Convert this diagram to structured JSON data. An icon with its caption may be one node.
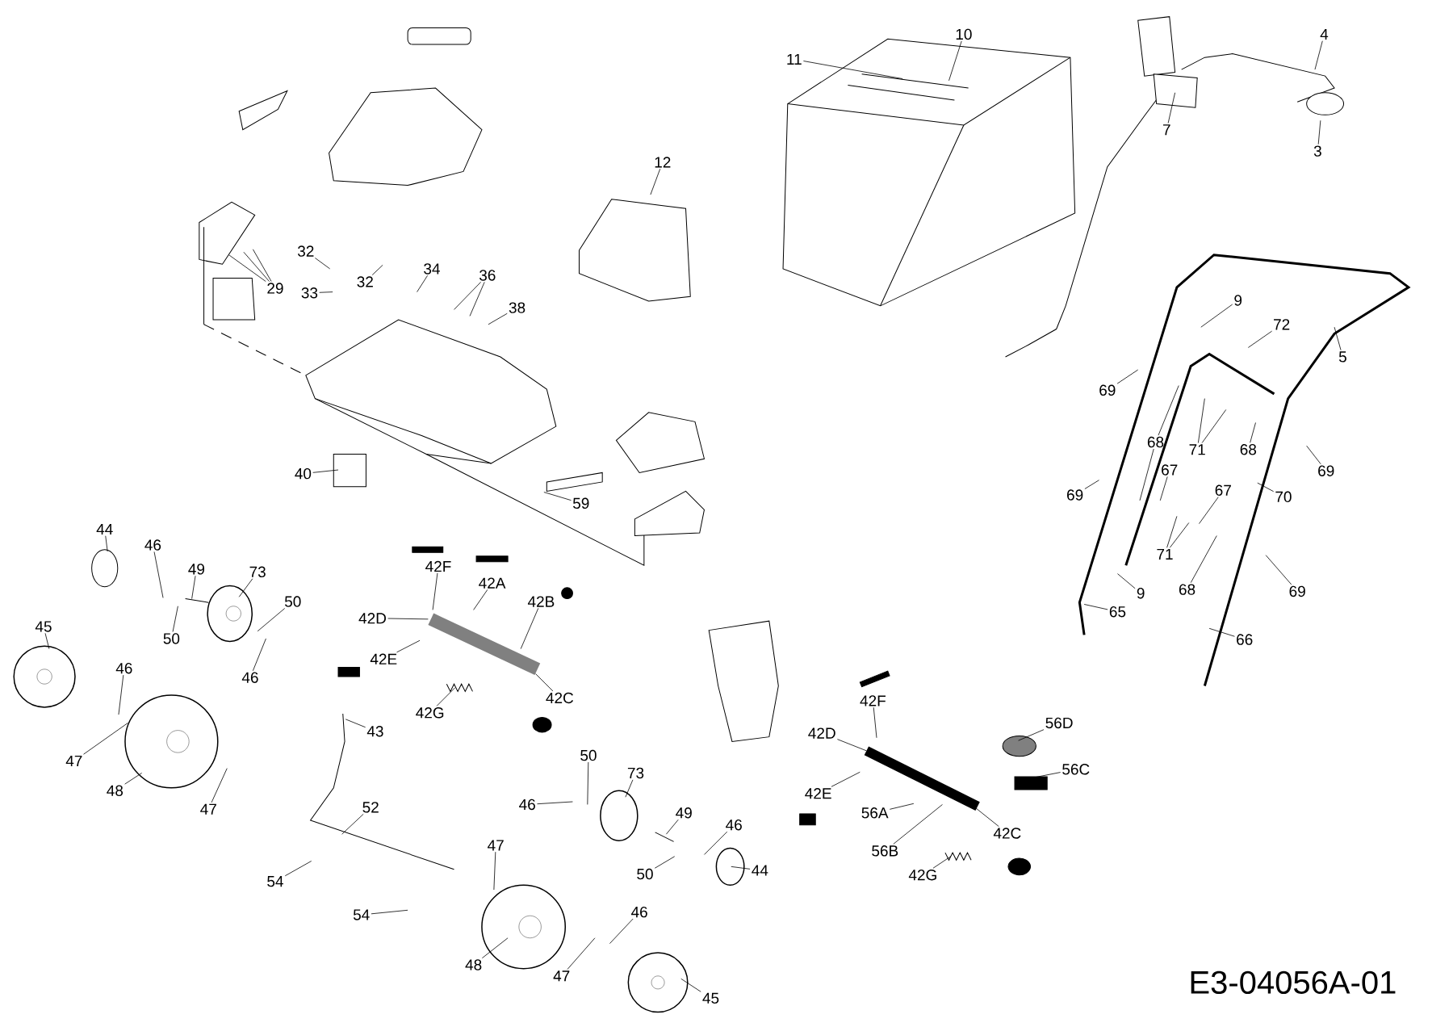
{
  "diagram": {
    "nodes": [
      {
        "text": [
          "10"
        ]
      },
      {
        "text": [
          "4"
        ]
      },
      {
        "text": [
          "11"
        ]
      },
      {
        "text": [
          "7"
        ]
      },
      {
        "text": [
          "3"
        ]
      },
      {
        "text": [
          "12"
        ]
      },
      {
        "text": [
          "32"
        ]
      },
      {
        "text": [
          "34"
        ]
      },
      {
        "text": [
          "36"
        ]
      },
      {
        "text": [
          "32"
        ]
      },
      {
        "text": [
          "29"
        ]
      },
      {
        "text": [
          "33"
        ]
      },
      {
        "text": [
          "9"
        ]
      },
      {
        "text": [
          "38"
        ]
      },
      {
        "text": [
          "72"
        ]
      },
      {
        "text": [
          "5"
        ]
      },
      {
        "text": [
          "69"
        ]
      },
      {
        "text": [
          "68"
        ]
      },
      {
        "text": [
          "71"
        ]
      },
      {
        "text": [
          "68"
        ]
      },
      {
        "text": [
          "69"
        ]
      },
      {
        "text": [
          "67"
        ]
      },
      {
        "text": [
          "40"
        ]
      },
      {
        "text": [
          "67"
        ]
      },
      {
        "text": [
          "69"
        ]
      },
      {
        "text": [
          "70"
        ]
      },
      {
        "text": [
          "59"
        ]
      },
      {
        "text": [
          "44"
        ]
      },
      {
        "text": [
          "46"
        ]
      },
      {
        "text": [
          "71"
        ]
      },
      {
        "text": [
          "42F"
        ]
      },
      {
        "text": [
          "73"
        ]
      },
      {
        "text": [
          "49"
        ]
      },
      {
        "text": [
          "42A"
        ]
      },
      {
        "text": [
          "68"
        ]
      },
      {
        "text": [
          "69"
        ]
      },
      {
        "text": [
          "9"
        ]
      },
      {
        "text": [
          "50"
        ]
      },
      {
        "text": [
          "42B"
        ]
      },
      {
        "text": [
          "65"
        ]
      },
      {
        "text": [
          "42D"
        ]
      },
      {
        "text": [
          "45"
        ]
      },
      {
        "text": [
          "50"
        ]
      },
      {
        "text": [
          "66"
        ]
      },
      {
        "text": [
          "42E"
        ]
      },
      {
        "text": [
          "46"
        ]
      },
      {
        "text": [
          "46"
        ]
      },
      {
        "text": [
          "42C"
        ]
      },
      {
        "text": [
          "42F"
        ]
      },
      {
        "text": [
          "42G"
        ]
      },
      {
        "text": [
          "56D"
        ]
      },
      {
        "text": [
          "43"
        ]
      },
      {
        "text": [
          "42D"
        ]
      },
      {
        "text": [
          "50"
        ]
      },
      {
        "text": [
          "47"
        ]
      },
      {
        "text": [
          "56C"
        ]
      },
      {
        "text": [
          "73"
        ]
      },
      {
        "text": [
          "48"
        ]
      },
      {
        "text": [
          "42E"
        ]
      },
      {
        "text": [
          "46"
        ]
      },
      {
        "text": [
          "52"
        ]
      },
      {
        "text": [
          "47"
        ]
      },
      {
        "text": [
          "56A"
        ]
      },
      {
        "text": [
          "49"
        ]
      },
      {
        "text": [
          "46"
        ]
      },
      {
        "text": [
          "42C"
        ]
      },
      {
        "text": [
          "47"
        ]
      },
      {
        "text": [
          "56B"
        ]
      },
      {
        "text": [
          "44"
        ]
      },
      {
        "text": [
          "50"
        ]
      },
      {
        "text": [
          "42G"
        ]
      },
      {
        "text": [
          "54"
        ]
      },
      {
        "text": [
          "46"
        ]
      },
      {
        "text": [
          "54"
        ]
      },
      {
        "text": [
          "48"
        ]
      },
      {
        "text": [
          "47"
        ]
      },
      {
        "text": [
          "45"
        ]
      }
    ],
    "edges": [
      {
        "from": 0,
        "to": null,
        "arrow": "none"
      },
      {
        "from": 1,
        "to": null,
        "arrow": "none"
      },
      {
        "from": 2,
        "to": null,
        "arrow": "none"
      },
      {
        "from": 3,
        "to": null,
        "arrow": "none"
      },
      {
        "from": 4,
        "to": null,
        "arrow": "none"
      },
      {
        "from": 5,
        "to": null,
        "arrow": "none"
      },
      {
        "from": 6,
        "to": null,
        "arrow": "none"
      },
      {
        "from": 7,
        "to": null,
        "arrow": "none"
      },
      {
        "from": 8,
        "to": null,
        "arrow": "none"
      },
      {
        "from": 8,
        "to": null,
        "arrow": "none"
      },
      {
        "from": 9,
        "to": null,
        "arrow": "none"
      },
      {
        "from": 10,
        "to": null,
        "arrow": "none"
      },
      {
        "from": 10,
        "to": null,
        "arrow": "none"
      },
      {
        "from": 10,
        "to": null,
        "arrow": "none"
      },
      {
        "from": 11,
        "to": null,
        "arrow": "none"
      },
      {
        "from": 12,
        "to": null,
        "arrow": "none"
      },
      {
        "from": 13,
        "to": null,
        "arrow": "none"
      },
      {
        "from": 14,
        "to": null,
        "arrow": "none"
      },
      {
        "from": 15,
        "to": null,
        "arrow": "none"
      },
      {
        "from": 16,
        "to": null,
        "arrow": "none"
      },
      {
        "from": 17,
        "to": null,
        "arrow": "none"
      },
      {
        "from": 17,
        "to": null,
        "arrow": "none"
      },
      {
        "from": 18,
        "to": null,
        "arrow": "none"
      },
      {
        "from": 18,
        "to": null,
        "arrow": "none"
      },
      {
        "from": 19,
        "to": null,
        "arrow": "none"
      },
      {
        "from": 20,
        "to": null,
        "arrow": "none"
      },
      {
        "from": 21,
        "to": null,
        "arrow": "none"
      },
      {
        "from": 22,
        "to": null,
        "arrow": "none"
      },
      {
        "from": 23,
        "to": null,
        "arrow": "none"
      },
      {
        "from": 24,
        "to": null,
        "arrow": "none"
      },
      {
        "from": 25,
        "to": null,
        "arrow": "none"
      },
      {
        "from": 26,
        "to": null,
        "arrow": "none"
      },
      {
        "from": 27,
        "to": null,
        "arrow": "none"
      },
      {
        "from": 28,
        "to": null,
        "arrow": "none"
      },
      {
        "from": 29,
        "to": null,
        "arrow": "none"
      },
      {
        "from": 29,
        "to": null,
        "arrow": "none"
      },
      {
        "from": 30,
        "to": null,
        "arrow": "none"
      },
      {
        "from": 31,
        "to": null,
        "arrow": "none"
      },
      {
        "from": 32,
        "to": null,
        "arrow": "none"
      },
      {
        "from": 33,
        "to": null,
        "arrow": "none"
      },
      {
        "from": 34,
        "to": null,
        "arrow": "none"
      },
      {
        "from": 35,
        "to": null,
        "arrow": "none"
      },
      {
        "from": 36,
        "to": null,
        "arrow": "none"
      },
      {
        "from": 37,
        "to": null,
        "arrow": "none"
      },
      {
        "from": 38,
        "to": null,
        "arrow": "none"
      },
      {
        "from": 39,
        "to": null,
        "arrow": "none"
      },
      {
        "from": 40,
        "to": null,
        "arrow": "none"
      },
      {
        "from": 41,
        "to": null,
        "arrow": "none"
      },
      {
        "from": 42,
        "to": null,
        "arrow": "none"
      },
      {
        "from": 43,
        "to": null,
        "arrow": "none"
      },
      {
        "from": 44,
        "to": null,
        "arrow": "none"
      },
      {
        "from": 45,
        "to": null,
        "arrow": "none"
      },
      {
        "from": 46,
        "to": null,
        "arrow": "none"
      },
      {
        "from": 47,
        "to": null,
        "arrow": "none"
      },
      {
        "from": 48,
        "to": null,
        "arrow": "none"
      },
      {
        "from": 49,
        "to": null,
        "arrow": "none"
      },
      {
        "from": 50,
        "to": null,
        "arrow": "none"
      },
      {
        "from": 51,
        "to": null,
        "arrow": "none"
      },
      {
        "from": 52,
        "to": null,
        "arrow": "none"
      },
      {
        "from": 53,
        "to": null,
        "arrow": "none"
      },
      {
        "from": 54,
        "to": null,
        "arrow": "none"
      },
      {
        "from": 55,
        "to": null,
        "arrow": "none"
      },
      {
        "from": 56,
        "to": null,
        "arrow": "none"
      },
      {
        "from": 57,
        "to": null,
        "arrow": "none"
      },
      {
        "from": 58,
        "to": null,
        "arrow": "none"
      },
      {
        "from": 59,
        "to": null,
        "arrow": "none"
      },
      {
        "from": 60,
        "to": null,
        "arrow": "none"
      },
      {
        "from": 61,
        "to": null,
        "arrow": "none"
      },
      {
        "from": 62,
        "to": null,
        "arrow": "none"
      },
      {
        "from": 63,
        "to": null,
        "arrow": "none"
      },
      {
        "from": 64,
        "to": null,
        "arrow": "none"
      },
      {
        "from": 65,
        "to": null,
        "arrow": "none"
      },
      {
        "from": 66,
        "to": null,
        "arrow": "none"
      },
      {
        "from": 67,
        "to": null,
        "arrow": "none"
      },
      {
        "from": 68,
        "to": null,
        "arrow": "none"
      },
      {
        "from": 69,
        "to": null,
        "arrow": "none"
      },
      {
        "from": 70,
        "to": null,
        "arrow": "none"
      },
      {
        "from": 71,
        "to": null,
        "arrow": "none"
      },
      {
        "from": 72,
        "to": null,
        "arrow": "none"
      },
      {
        "from": 73,
        "to": null,
        "arrow": "none"
      },
      {
        "from": 74,
        "to": null,
        "arrow": "none"
      },
      {
        "from": 75,
        "to": null,
        "arrow": "none"
      },
      {
        "from": 76,
        "to": null,
        "arrow": "none"
      }
    ],
    "labels": [
      "E3-04056A-01"
    ]
  }
}
